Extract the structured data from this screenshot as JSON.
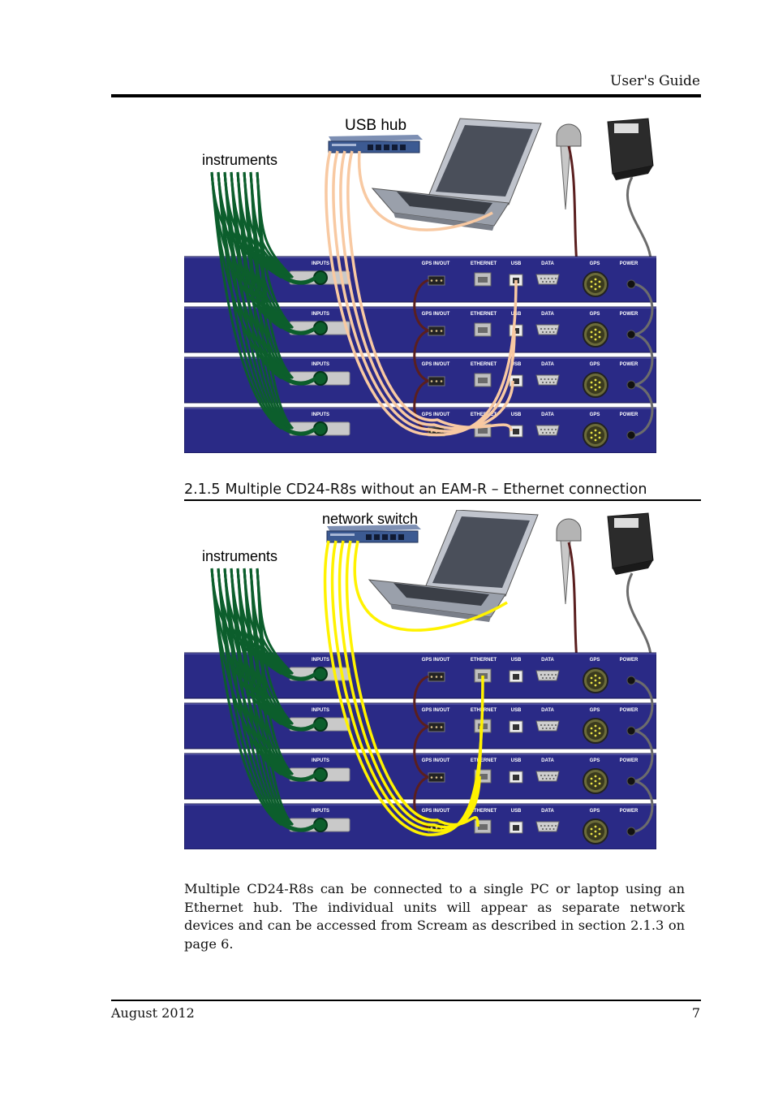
{
  "header": {
    "title": "User's Guide"
  },
  "figure1": {
    "hub_label": "USB hub",
    "instruments_label": "instruments",
    "cable_color": "#f8c9a2",
    "port_labels": [
      "INPUTS",
      "GPS IN/OUT",
      "ETHERNET",
      "USB",
      "DATA",
      "GPS",
      "POWER"
    ]
  },
  "section": {
    "number": "2.1.5",
    "title": "Multiple CD24-R8s without an EAM-R – Ethernet connection"
  },
  "figure2": {
    "hub_label": "network switch",
    "instruments_label": "instruments",
    "cable_color": "#fff200",
    "port_labels": [
      "INPUTS",
      "GPS IN/OUT",
      "ETHERNET",
      "USB",
      "DATA",
      "GPS",
      "POWER"
    ]
  },
  "body": {
    "paragraph": "Multiple CD24-R8s can be connected to a single PC or laptop using an Ethernet hub.  The individual units will appear as separate network devices and can be accessed from Scream as described in section 2.1.3 on page 6."
  },
  "footer": {
    "date": "August 2012",
    "page": "7"
  }
}
